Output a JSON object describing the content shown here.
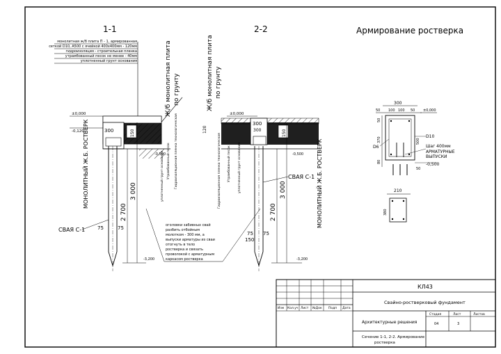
{
  "drawing": {
    "title_11": "1-1",
    "title_22": "2-2",
    "title_arm": "Армирование ростверка",
    "layers_11": [
      "монолитная ж/б плита П - 1, армированная",
      "сеткой D10, A500 с ячейкой 400х400мм - 120мм",
      "гидроизоляция - строительная пленка",
      "утрамбованный песок не менее - 40мм",
      "уплотненный грунт основания"
    ],
    "slab_label_a": "Ж/б монолитная плита",
    "slab_label_b": "по грунту",
    "elev_0": "±0,000",
    "elev_m120": "-0,120",
    "elev_m500": "-0,500",
    "elev_m3200": "-3,200",
    "dim_300": "300",
    "dim_150": "150",
    "dim_120": "120",
    "dim_75": "75",
    "dim_2700": "2 700",
    "dim_3000": "3 000",
    "pile_label": "СВАЯ С-1",
    "rostverk_label": "МОНОЛИТНЫЙ Ж.Б. РОСТВЕРК",
    "soil_1": "уплотненный грунт основания",
    "soil_2": "Утрамбованный песок",
    "soil_3": "Гидроизоляционная пленка технологическая",
    "note": [
      "оголовки забивных свай",
      "разбить отбойным",
      "молотком - 300 мм, а",
      "выпуски арматуры из сваи",
      "отогнуть в тело",
      "ростверка и связать",
      "проволокой с арматурным",
      "каркасом ростверка"
    ],
    "arm_dims": [
      "300",
      "50",
      "100",
      "100",
      "50",
      "50",
      "370",
      "80",
      "500",
      "50",
      "210",
      "380"
    ],
    "arm_labels": {
      "d10": "D10",
      "d6": "D6",
      "step": "Шаг 400мм",
      "outlets_a": "АРМАТУРНЫЕ",
      "outlets_b": "ВЫПУСКИ"
    }
  },
  "title_block": {
    "code": "КЛ43",
    "project": "Свайно-ростверковый фундамент",
    "section": "Архитектурные решения",
    "sheet_name_a": "Сечение 1-1, 2-2. Армирование",
    "sheet_name_b": "ростверка",
    "cols": [
      "Изм",
      "Кол.уч",
      "Лист",
      "№Док",
      "Подп",
      "Дата"
    ],
    "stage_label": "Стадия",
    "sheet_label": "Лист",
    "sheets_label": "Листов",
    "stage_value": "04",
    "sheet_value": "3"
  }
}
